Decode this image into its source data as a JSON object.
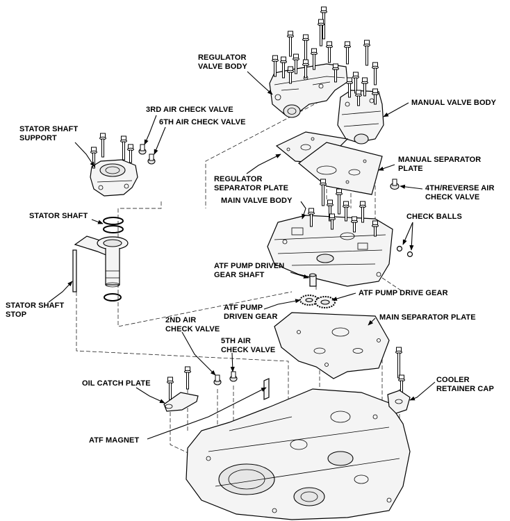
{
  "labels": {
    "regulator_valve_body": [
      "REGULATOR",
      "VALVE BODY"
    ],
    "manual_valve_body": "MANUAL VALVE BODY",
    "third_air_check_valve": "3RD AIR CHECK VALVE",
    "sixth_air_check_valve": "6TH AIR CHECK VALVE",
    "stator_shaft_support": [
      "STATOR SHAFT",
      "SUPPORT"
    ],
    "manual_separator_plate": [
      "MANUAL SEPARATOR",
      "PLATE"
    ],
    "regulator_separator_plate": [
      "REGULATOR",
      "SEPARATOR PLATE"
    ],
    "fourth_reverse_air_check_valve": [
      "4TH/REVERSE AIR",
      "CHECK VALVE"
    ],
    "main_valve_body": "MAIN VALVE BODY",
    "stator_shaft": "STATOR SHAFT",
    "check_balls": "CHECK BALLS",
    "atf_pump_driven_gear_shaft": [
      "ATF PUMP DRIVEN",
      "GEAR SHAFT"
    ],
    "stator_shaft_stop": [
      "STATOR SHAFT",
      "STOP"
    ],
    "atf_pump_drive_gear": "ATF PUMP DRIVE GEAR",
    "atf_pump_driven_gear": [
      "ATF PUMP",
      "DRIVEN GEAR"
    ],
    "second_air_check_valve": [
      "2ND AIR",
      "CHECK VALVE"
    ],
    "main_separator_plate": "MAIN SEPARATOR PLATE",
    "fifth_air_check_valve": [
      "5TH AIR",
      "CHECK VALVE"
    ],
    "oil_catch_plate": "OIL CATCH PLATE",
    "cooler_retainer_cap": [
      "COOLER",
      "RETAINER CAP"
    ],
    "atf_magnet": "ATF MAGNET"
  }
}
